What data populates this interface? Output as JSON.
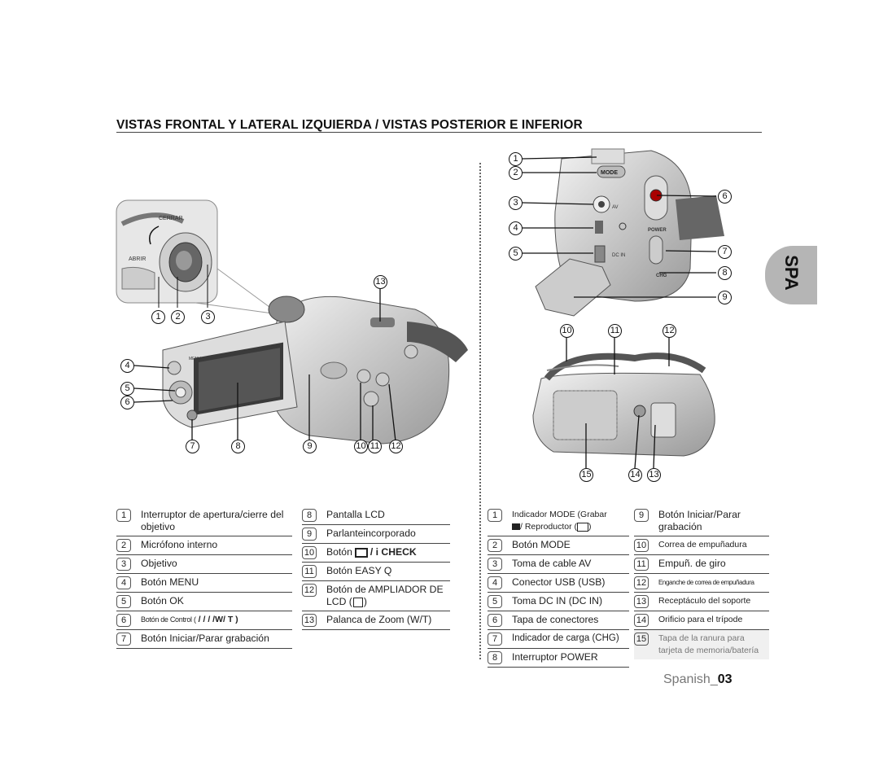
{
  "title": "VISTAS FRONTAL Y LATERAL IZQUIERDA / VISTAS POSTERIOR E INFERIOR",
  "lang_tab": "SPA",
  "footer": {
    "lang": "Spanish_",
    "page": "03"
  },
  "illustration_labels": {
    "cerrar": "CERRAR",
    "abrir": "ABRIR",
    "menu": "MENU",
    "mode": "MODE",
    "av": "AV",
    "dc_in": "DC IN",
    "power": "POWER",
    "chg": "CHG"
  },
  "callouts": {
    "front": [
      "1",
      "2",
      "3",
      "4",
      "5",
      "6",
      "7",
      "8",
      "9",
      "10",
      "11",
      "12",
      "13"
    ],
    "rear": [
      "1",
      "2",
      "3",
      "4",
      "5",
      "6",
      "7",
      "8",
      "9"
    ],
    "bottom": [
      "10",
      "11",
      "12",
      "13",
      "14",
      "15"
    ]
  },
  "legend_left_a": [
    {
      "n": "1",
      "text": "Interruptor de apertura/cierre del objetivo"
    },
    {
      "n": "2",
      "text": "Micrófono interno"
    },
    {
      "n": "3",
      "text": "Objetivo"
    },
    {
      "n": "4",
      "text": "Botón MENU"
    },
    {
      "n": "5",
      "text": "Botón OK"
    },
    {
      "n": "6",
      "text": "Botón de Control ("
    },
    {
      "n": "7",
      "text": "Botón Iniciar/Parar grabación"
    }
  ],
  "legend_left_b": [
    {
      "n": "8",
      "text": "Pantalla LCD"
    },
    {
      "n": "9",
      "text": "Parlanteincorporado"
    },
    {
      "n": "10",
      "text": "Botón"
    },
    {
      "n": "11",
      "text": "Botón EASY Q"
    },
    {
      "n": "12",
      "text": "Botón de AMPLIADOR DE LCD ("
    },
    {
      "n": "13",
      "text": "Palanca de Zoom (W/T)"
    }
  ],
  "legend_right_a": [
    {
      "n": "1",
      "text": "Indicador MODE (Grabar"
    },
    {
      "n": "2",
      "text": "Botón MODE"
    },
    {
      "n": "3",
      "text": "Toma de cable AV"
    },
    {
      "n": "4",
      "text": "Conector USB (USB)"
    },
    {
      "n": "5",
      "text": "Toma DC IN (DC IN)"
    },
    {
      "n": "6",
      "text": "Tapa de conectores"
    },
    {
      "n": "7",
      "text": "Indicador de carga (CHG)"
    },
    {
      "n": "8",
      "text": "Interruptor POWER"
    }
  ],
  "legend_right_b": [
    {
      "n": "9",
      "text": "Botón Iniciar/Parar grabación"
    },
    {
      "n": "10",
      "text": "Correa de empuñadura"
    },
    {
      "n": "11",
      "text": "Empuñ. de giro"
    },
    {
      "n": "12",
      "text": "Enganche de correa de empuñadura"
    },
    {
      "n": "13",
      "text": "Receptáculo del soporte"
    },
    {
      "n": "14",
      "text": "Orificio para el trípode"
    },
    {
      "n": "15",
      "text": "Tapa de la ranura para tarjeta de memoria/batería"
    }
  ],
  "extras": {
    "control_symbols": "/ / / /W/ T )",
    "reproductor": "/ Reproductor (",
    "close_paren": ")",
    "icheck": "/ i CHECK",
    "lcd_close": ")"
  }
}
